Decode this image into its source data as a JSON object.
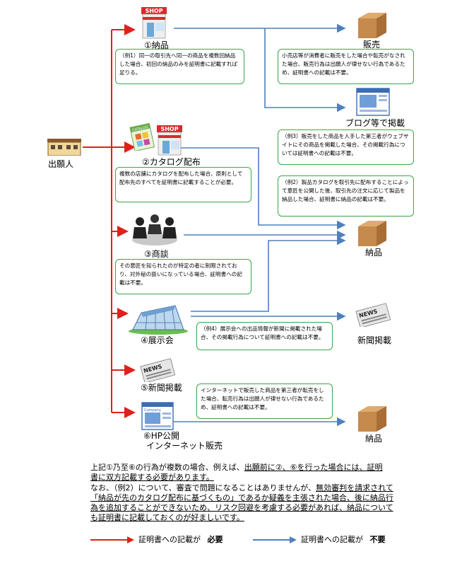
{
  "nodes": {
    "applicant": "出願人",
    "delivery": "①納品",
    "catalog": "②カタログ配布",
    "negotiation": "③商談",
    "exhibition": "④展示会",
    "newspaper": "⑤新聞掲載",
    "hp_line1": "⑥HP公開",
    "hp_line2": "インターネット販売"
  },
  "targets": {
    "sales": "販売",
    "blog": "ブログ等で掲載",
    "delivery_mid": "納品",
    "news": "新聞掲載",
    "delivery_bottom": "納品"
  },
  "icon_text": {
    "shop1": "SHOP",
    "shop2": "SHOP",
    "catalog": "CATALOG",
    "news1": "NEWS",
    "news2": "NEWS",
    "company": "Company"
  },
  "notes": {
    "ex1": "（例1）同一の取引先へ同一の商品を複数回納品した場合、初回の納品のみを証明書に記載すれば足りる。",
    "resale": "小売店等が消費者に販売をした場合や転売がなされた場合、販売行為は出願人が律せない行為であるため、証明書への記載は不要。",
    "ex3": "（例3）販売をした商品を入手した第三者がウェブサイトにその商品を掲載した場合、その掲載行為については証明書への記載は不要。",
    "catalog": "複数の店舗にカタログを配布した場合、原則として配布先のすべてを証明書に記載することが必要。",
    "ex2": "（例2）製品カタログを取引先に配布することによって意匠を公開した後、取引先の注文に応じて製品を納品した場合、証明書に納品の記載は不要。",
    "negotiation": "その意匠を知られたのが特定の者に制限されており、対外秘の扱いになっている場合、証明書への記載は不要。",
    "ex4": "（例4）展示会への出品情報が新聞に掲載された場合、その掲載行為について証明書への記載は不要。",
    "internet": "インターネットで販売した商品を第三者が転売をした場合、転売行為は出願人が律せない行為であるため、証明書への記載は不要。"
  },
  "footer": {
    "line1_a": "上記①乃至⑥の行為が複数の場合、例えば、",
    "line1_b": "出願前に②、⑥を行った場合には、証明",
    "line2": "書に双方記載する必要があります。",
    "line3_a": "なお、（例2）について、審査で問題になることはありませんが、",
    "line3_b": "無効審判を請求されて",
    "line4": "「納品が先のカタログ配布に基づくもの」であるか疑義を主張された場合、後に納品行",
    "line5": "為を追加することができないため、リスク回避を考慮する必要があれば、納品について",
    "line6": "も証明書に記載しておくのが好ましいです。"
  },
  "legend": {
    "required_prefix": "証明書への記載が",
    "required_word": "必要",
    "not_required_prefix": "証明書への記載が",
    "not_required_word": "不要",
    "red_color": "#e0201b",
    "blue_color": "#4f7fbf"
  }
}
